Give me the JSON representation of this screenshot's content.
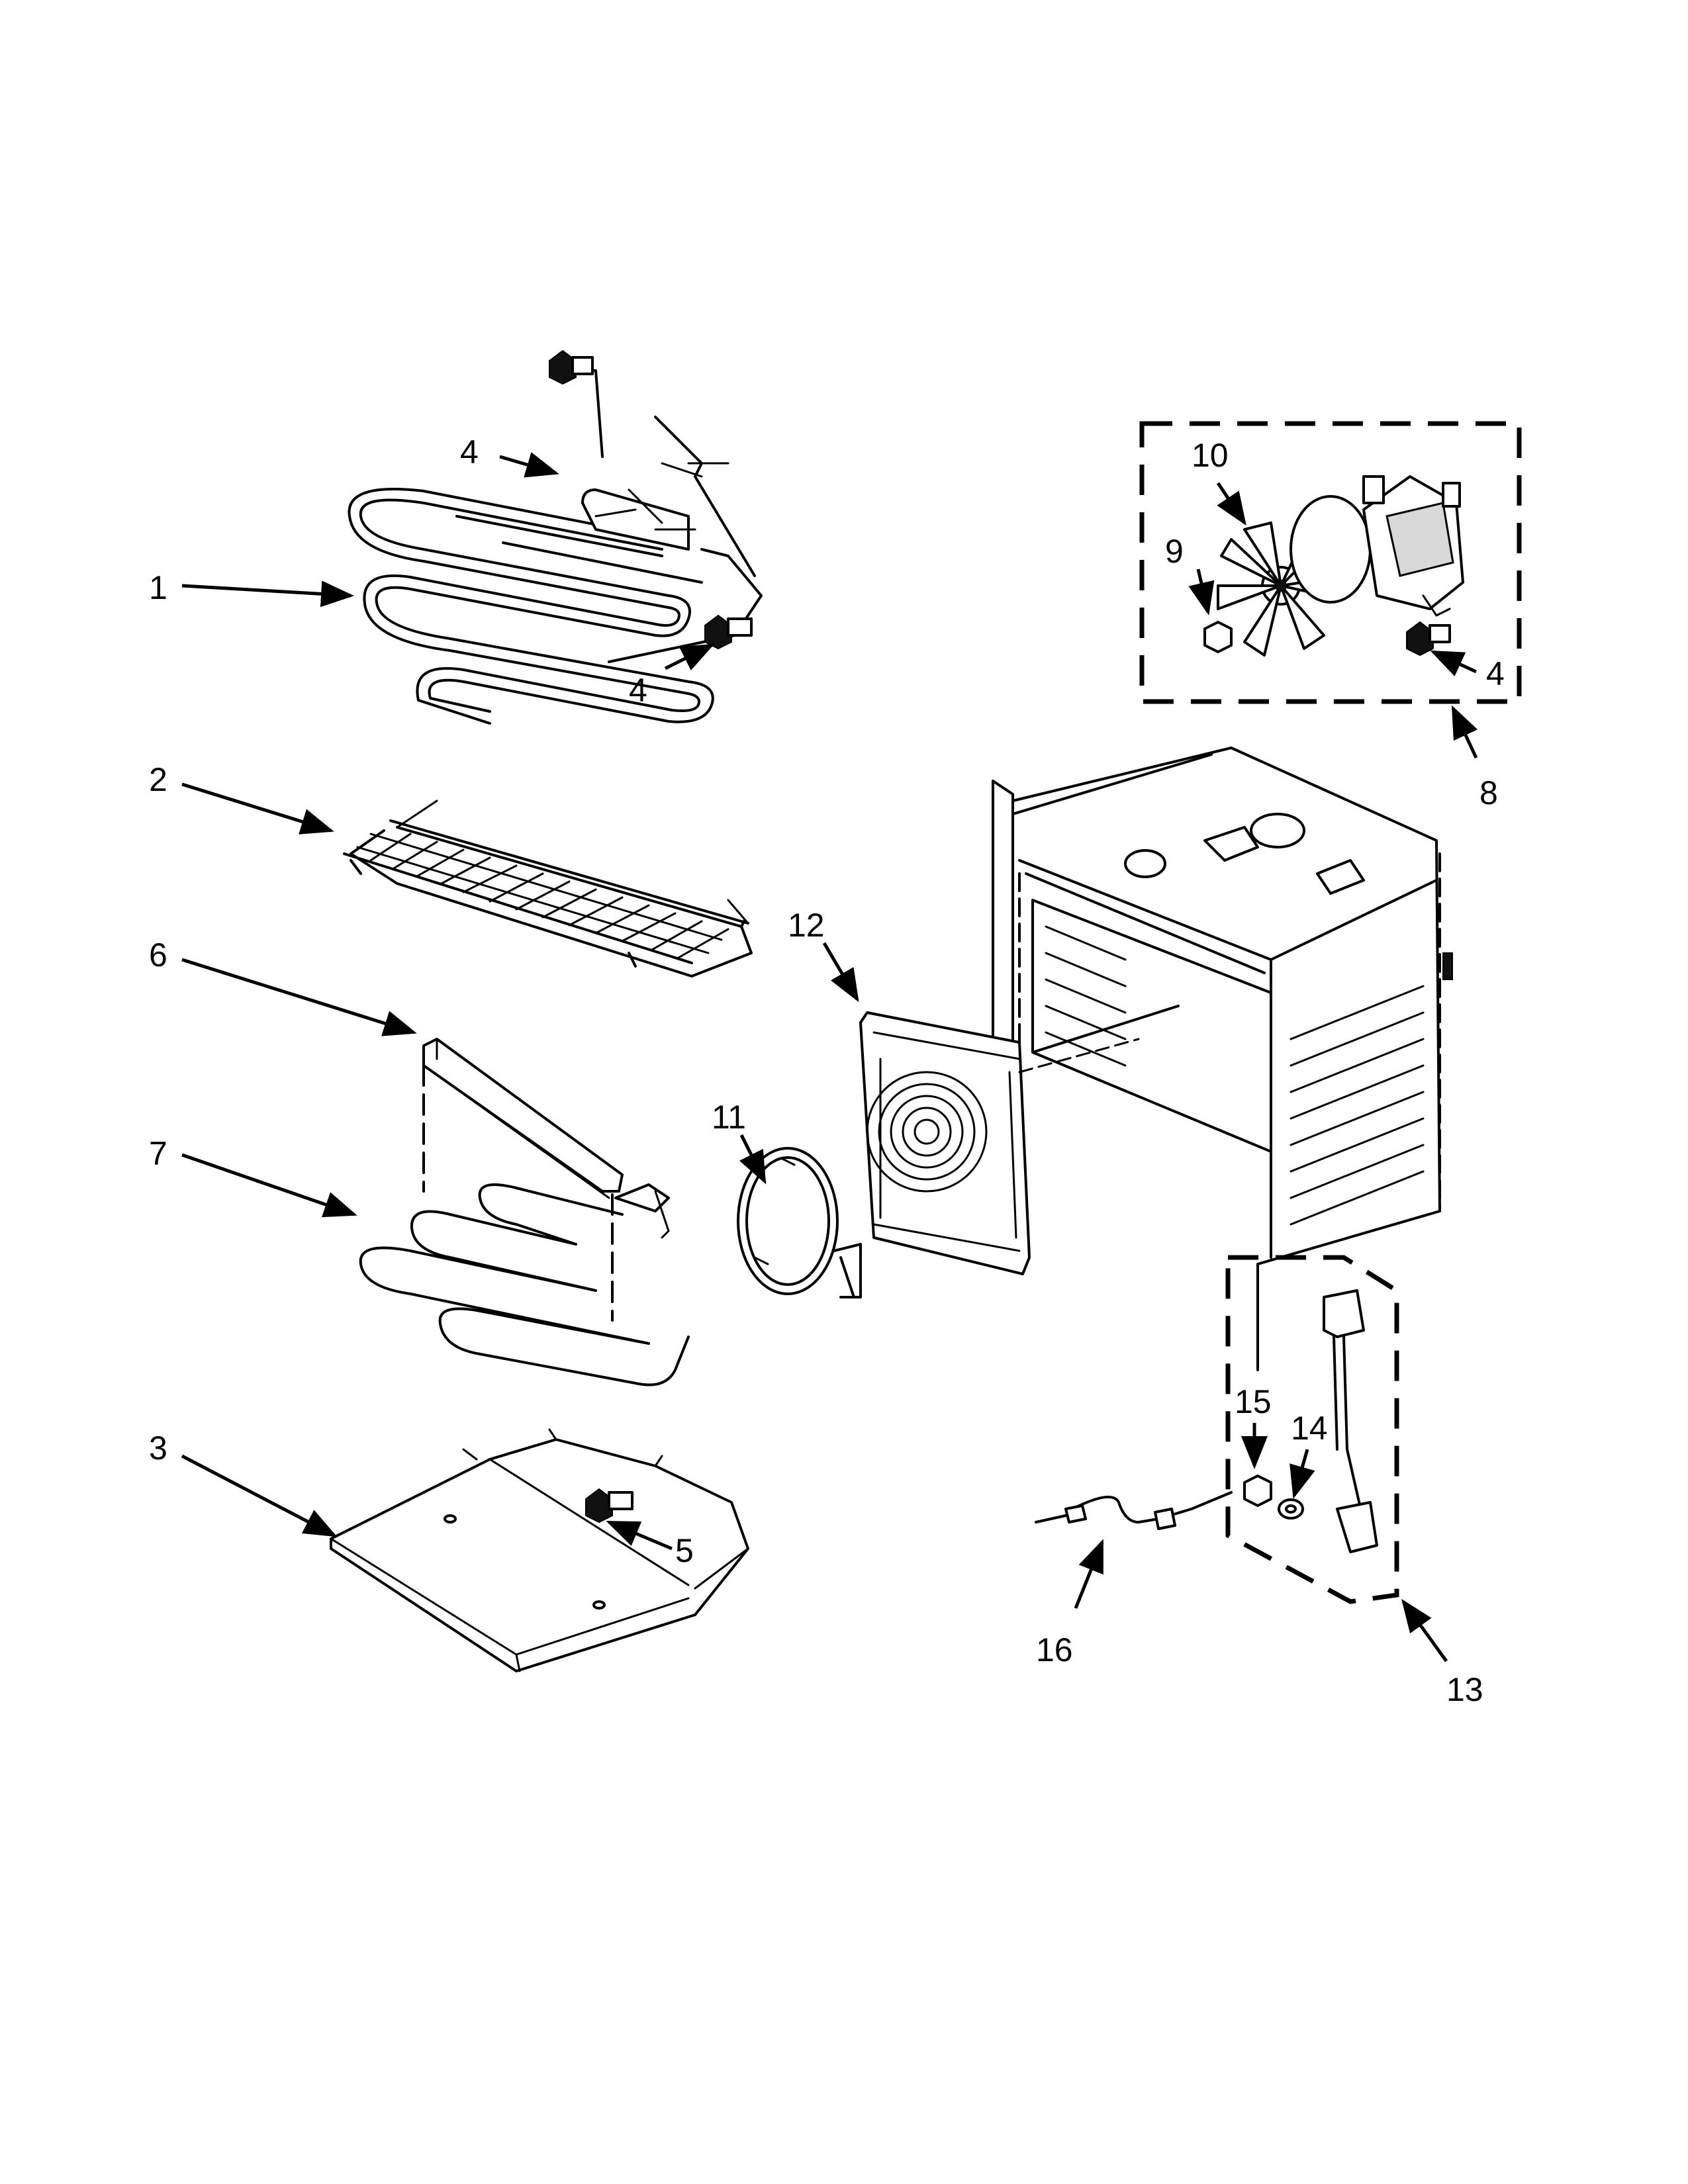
{
  "callouts": {
    "c1": "1",
    "c2": "2",
    "c3": "3",
    "c4a": "4",
    "c4b": "4",
    "c4c": "4",
    "c5": "5",
    "c6": "6",
    "c7": "7",
    "c8": "8",
    "c9": "9",
    "c10": "10",
    "c11": "11",
    "c12": "12",
    "c13": "13",
    "c14": "14",
    "c15": "15",
    "c16": "16"
  }
}
